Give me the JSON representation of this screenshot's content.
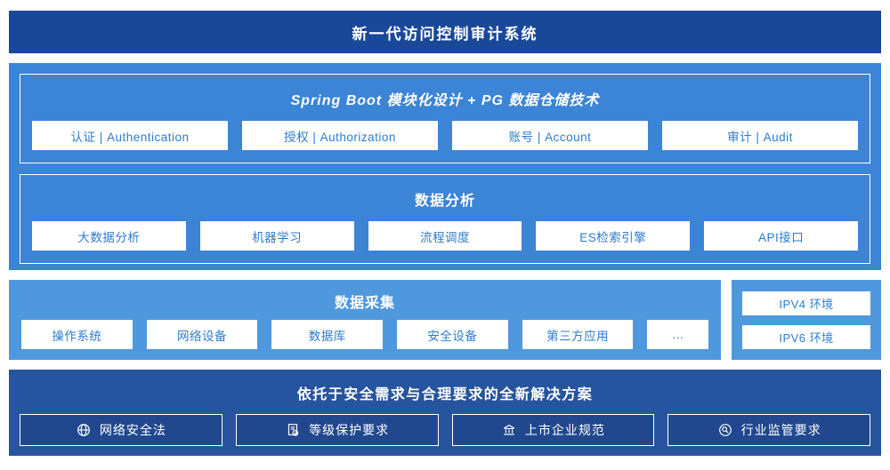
{
  "banner": {
    "title": "新一代访问控制审计系统"
  },
  "platform": {
    "spring": {
      "title": "Spring Boot 模块化设计 + PG 数据仓储技术",
      "items": [
        "认证 | Authentication",
        "授权 | Authorization",
        "账号 | Account",
        "审计 | Audit"
      ]
    },
    "analysis": {
      "title": "数据分析",
      "items": [
        "大数据分析",
        "机器学习",
        "流程调度",
        "ES检索引擎",
        "API接口"
      ]
    }
  },
  "collection": {
    "title": "数据采集",
    "items": [
      "操作系统",
      "网络设备",
      "数据库",
      "安全设备",
      "第三方应用",
      "…"
    ]
  },
  "env": {
    "items": [
      "IPV4 环境",
      "IPV6 环境"
    ]
  },
  "solution": {
    "title": "依托于安全需求与合理要求的全新解决方案",
    "items": [
      {
        "icon": "globe-icon",
        "label": "网络安全法"
      },
      {
        "icon": "document-check-icon",
        "label": "等级保护要求"
      },
      {
        "icon": "building-icon",
        "label": "上市企业规范"
      },
      {
        "icon": "badge-search-icon",
        "label": "行业监管要求"
      }
    ]
  },
  "colors": {
    "banner_bg": "#1a4899",
    "platform_bg": "#3b84d6",
    "mid_bg": "#4f98de",
    "solution_bg": "#27549e",
    "chip_text": "#2c7cd0"
  }
}
